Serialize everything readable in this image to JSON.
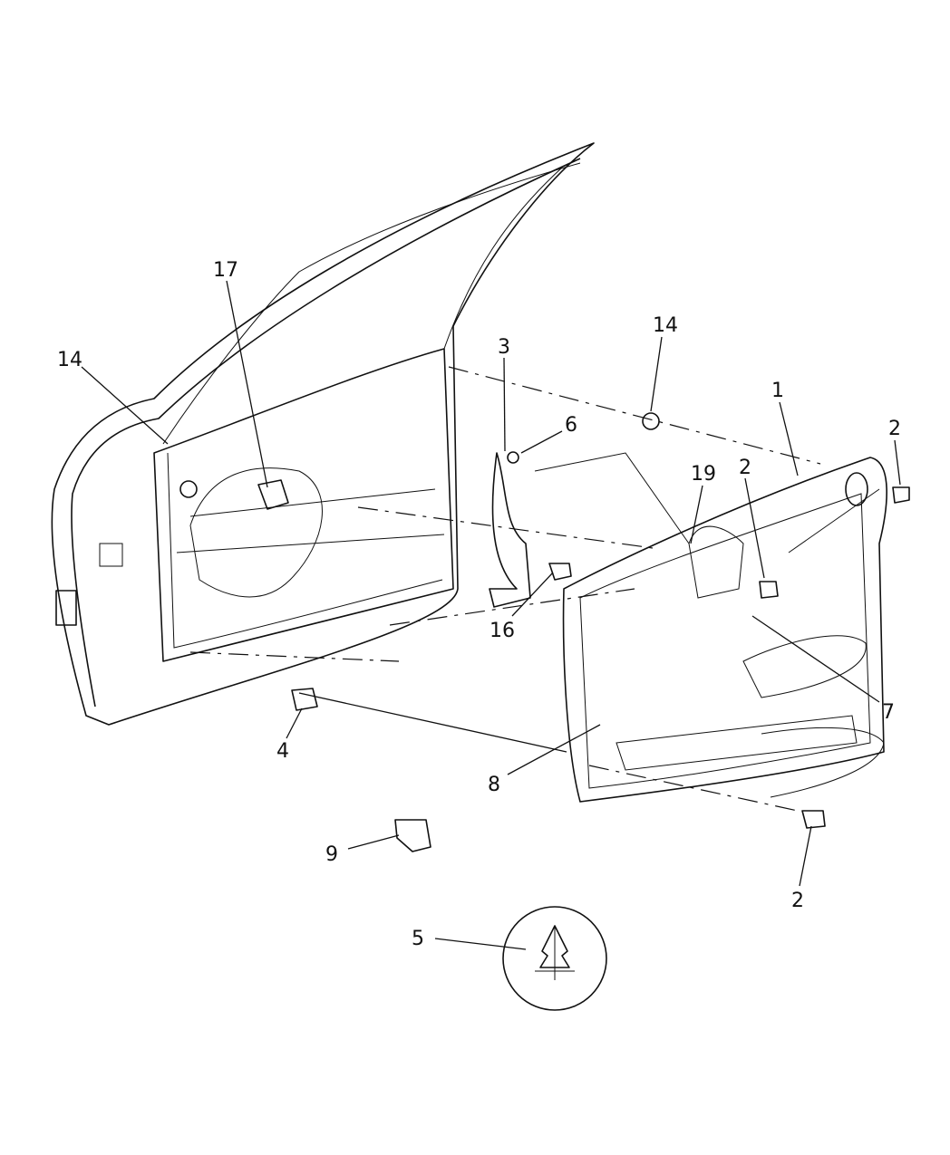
{
  "callouts": [
    {
      "id": "17",
      "label": "17"
    },
    {
      "id": "14a",
      "label": "14"
    },
    {
      "id": "3",
      "label": "3"
    },
    {
      "id": "6",
      "label": "6"
    },
    {
      "id": "14b",
      "label": "14"
    },
    {
      "id": "1",
      "label": "1"
    },
    {
      "id": "2a",
      "label": "2"
    },
    {
      "id": "2b",
      "label": "2"
    },
    {
      "id": "19",
      "label": "19"
    },
    {
      "id": "16",
      "label": "16"
    },
    {
      "id": "7",
      "label": "7"
    },
    {
      "id": "8",
      "label": "8"
    },
    {
      "id": "4",
      "label": "4"
    },
    {
      "id": "9",
      "label": "9"
    },
    {
      "id": "2c",
      "label": "2"
    },
    {
      "id": "5",
      "label": "5"
    }
  ]
}
